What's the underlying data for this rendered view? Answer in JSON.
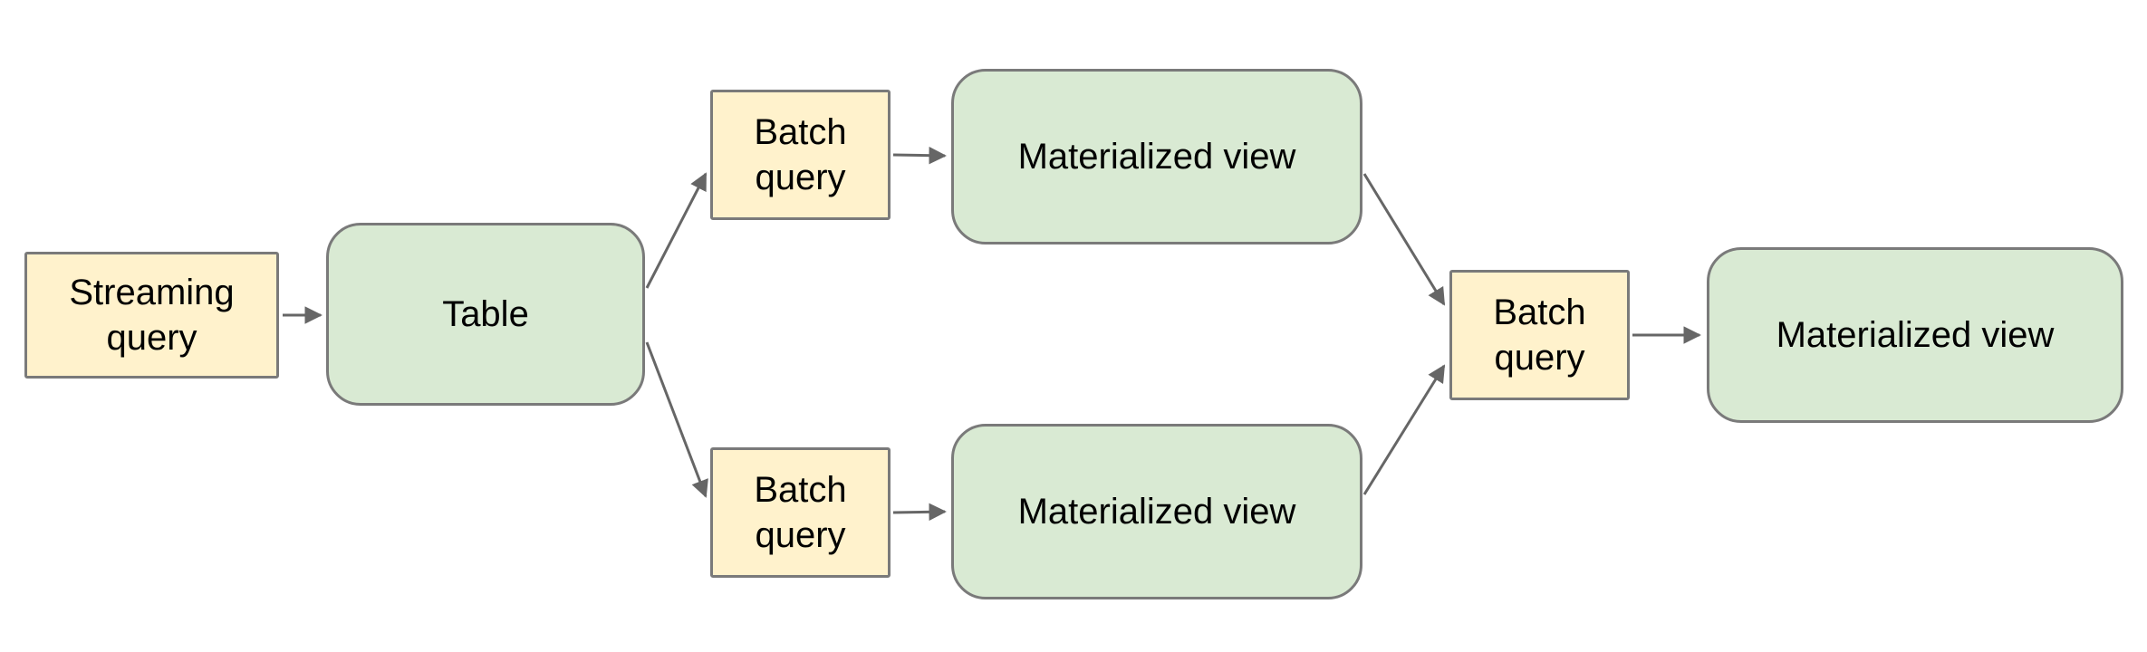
{
  "diagram": {
    "title": "",
    "nodes": {
      "streaming_query": {
        "label": "Streaming query",
        "type": "query"
      },
      "table": {
        "label": "Table",
        "type": "data"
      },
      "batch_query_top": {
        "label": "Batch query",
        "type": "query"
      },
      "materialized_view_top": {
        "label": "Materialized view",
        "type": "data"
      },
      "batch_query_bottom": {
        "label": "Batch query",
        "type": "query"
      },
      "materialized_view_bottom": {
        "label": "Materialized view",
        "type": "data"
      },
      "batch_query_right": {
        "label": "Batch query",
        "type": "query"
      },
      "materialized_view_right": {
        "label": "Materialized view",
        "type": "data"
      }
    },
    "edges": [
      {
        "from": "streaming_query",
        "to": "table"
      },
      {
        "from": "table",
        "to": "batch_query_top"
      },
      {
        "from": "table",
        "to": "batch_query_bottom"
      },
      {
        "from": "batch_query_top",
        "to": "materialized_view_top"
      },
      {
        "from": "batch_query_bottom",
        "to": "materialized_view_bottom"
      },
      {
        "from": "materialized_view_top",
        "to": "batch_query_right"
      },
      {
        "from": "materialized_view_bottom",
        "to": "batch_query_right"
      },
      {
        "from": "batch_query_right",
        "to": "materialized_view_right"
      }
    ],
    "colors": {
      "query_fill": "#fff2cc",
      "data_fill": "#d9ead3",
      "border": "#7a7a7a",
      "arrow": "#666666",
      "text": "#000000",
      "background": "#ffffff"
    }
  }
}
